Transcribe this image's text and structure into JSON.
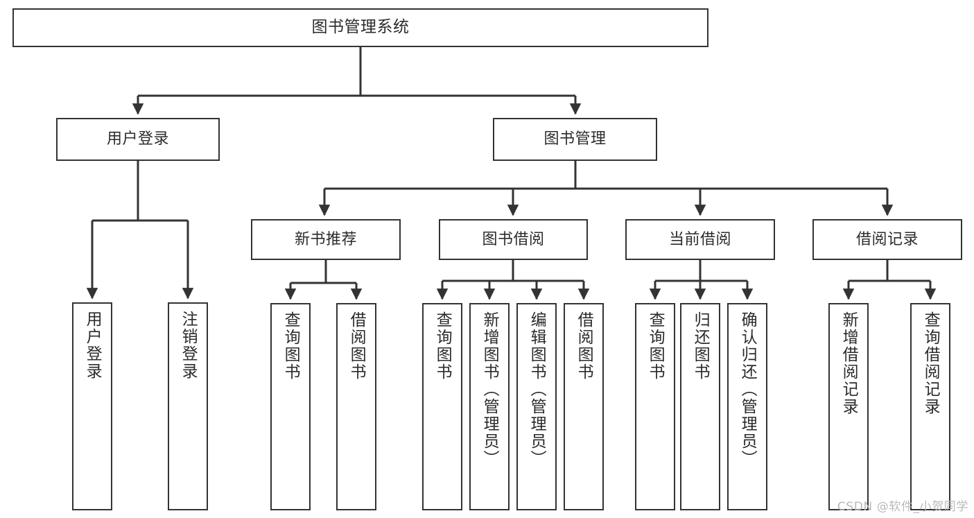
{
  "diagram": {
    "title": "图书管理系统",
    "type": "tree-hierarchy",
    "orientation": "top-down",
    "root": {
      "label": "图书管理系统"
    },
    "level1": [
      {
        "label": "用户登录"
      },
      {
        "label": "图书管理"
      }
    ],
    "level2": [
      {
        "label": "新书推荐"
      },
      {
        "label": "图书借阅"
      },
      {
        "label": "当前借阅"
      },
      {
        "label": "借阅记录"
      }
    ],
    "leaves": {
      "user_login": [
        {
          "label": "用户登录"
        },
        {
          "label": "注销登录"
        }
      ],
      "new_book_recommend": [
        {
          "label": "查询图书"
        },
        {
          "label": "借阅图书"
        }
      ],
      "book_borrow": [
        {
          "label": "查询图书"
        },
        {
          "label": "新增图书（管理员）"
        },
        {
          "label": "编辑图书（管理员）"
        },
        {
          "label": "借阅图书"
        }
      ],
      "current_borrow": [
        {
          "label": "查询图书"
        },
        {
          "label": "归还图书"
        },
        {
          "label": "确认归还（管理员）"
        }
      ],
      "borrow_record": [
        {
          "label": "新增借阅记录"
        },
        {
          "label": "查询借阅记录"
        }
      ]
    }
  },
  "watermark": {
    "text": "CSDN @软件_小贺同学"
  },
  "colors": {
    "box_border": "#333333",
    "box_fill": "#ffffff",
    "connector": "#333333",
    "text": "#2b2b2b",
    "watermark": "#b9b9b9"
  }
}
